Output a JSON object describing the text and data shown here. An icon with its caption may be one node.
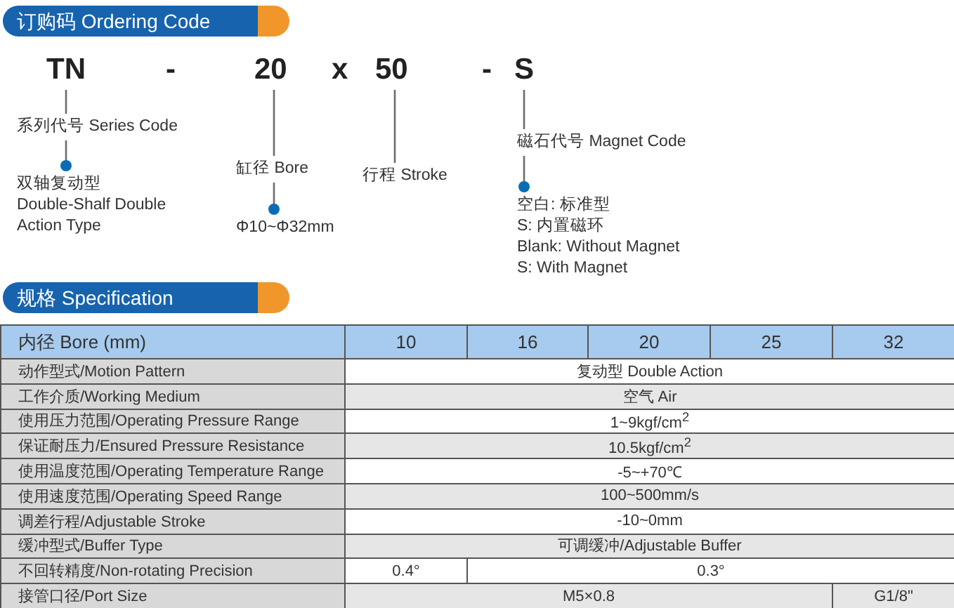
{
  "diagram": {
    "nodes": [
      {
        "text": [
          "订购码 Ordering Code"
        ]
      },
      {
        "text": [
          "TN"
        ]
      },
      {
        "text": [
          "20"
        ]
      },
      {
        "text": [
          "50"
        ]
      },
      {
        "text": [
          "S"
        ]
      },
      {
        "text": [
          "系列代号 Series Code"
        ]
      },
      {
        "text": [
          "双轴复动型",
          "Double-Shalf Double Action Type"
        ]
      },
      {
        "text": [
          "缸径 Bore"
        ]
      },
      {
        "text": [
          "Φ10~Φ32mm"
        ]
      },
      {
        "text": [
          "行程 Stroke"
        ]
      },
      {
        "text": [
          "磁石代号 Magnet Code"
        ]
      },
      {
        "text": [
          "空白: 标准型",
          "S: 内置磁环",
          "Blank: Without Magnet",
          "S: With Magnet"
        ]
      },
      {
        "text": [
          "规格 Specification"
        ]
      }
    ],
    "edges": [
      {
        "from": 1,
        "to": 5,
        "arrow": "none"
      },
      {
        "from": 5,
        "to": 6,
        "arrow": "other"
      },
      {
        "from": 2,
        "to": 7,
        "arrow": "none"
      },
      {
        "from": 7,
        "to": 8,
        "arrow": "other"
      },
      {
        "from": 3,
        "to": 9,
        "arrow": "none"
      },
      {
        "from": 4,
        "to": 10,
        "arrow": "none"
      },
      {
        "from": 10,
        "to": 11,
        "arrow": "other"
      }
    ],
    "labels": [
      "-",
      "x",
      "-",
      "内径 Bore (mm)",
      "10",
      "16",
      "20",
      "25",
      "32",
      "动作型式/Motion Pattern",
      "复动型 Double Action",
      "工作介质/Working Medium",
      "空气 Air",
      "使用压力范围/Operating Pressure Range",
      "1~9kgf/cm$^{2}$",
      "保证耐压力/Ensured Pressure Resistance",
      "10.5kgf/cm$^{2}$",
      "使用温度范围/Operating Temperature Range",
      "-5~+70℃",
      "使用速度范围/Operating Speed Range",
      "100~500mm/s",
      "调差行程/Adjustable Stroke",
      "-10~0mm",
      "缓冲型式/Buffer Type",
      "可调缓冲/Adjustable Buffer",
      "不回转精度/Non-rotating Precision",
      "0.4°",
      "0.3°",
      "接管口径/Port Size",
      "M5×0.8",
      "G1/8\""
    ]
  }
}
